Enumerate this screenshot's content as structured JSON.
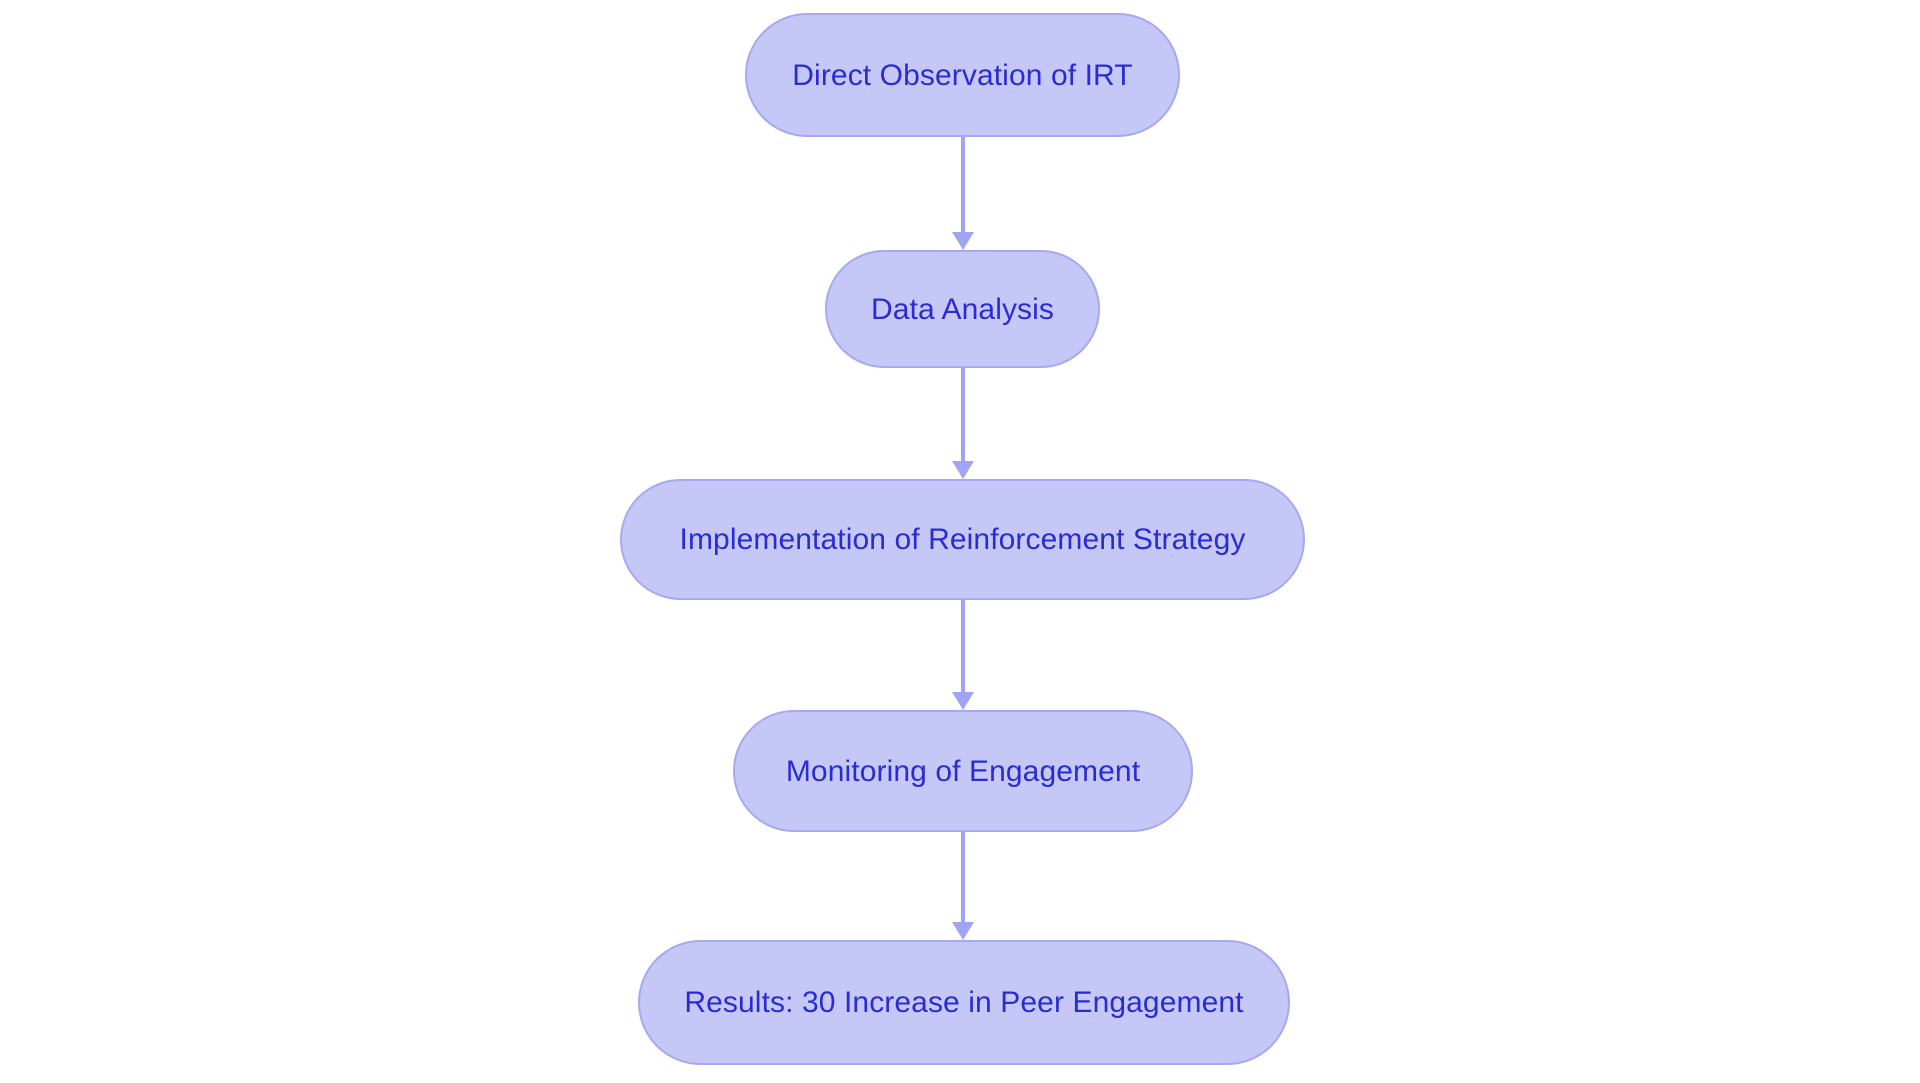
{
  "diagram": {
    "type": "flowchart",
    "orientation": "top-to-bottom",
    "background_color": "#FFFFFF",
    "node_fill_color": "#C5C8F7",
    "node_border_color": "#A5A9F0",
    "node_text_color": "#2B2BD4",
    "connector_color": "#9FA5F4",
    "nodes": [
      {
        "id": "n1",
        "label": "Direct Observation of IRT"
      },
      {
        "id": "n2",
        "label": "Data Analysis"
      },
      {
        "id": "n3",
        "label": "Implementation of Reinforcement Strategy"
      },
      {
        "id": "n4",
        "label": "Monitoring of Engagement"
      },
      {
        "id": "n5",
        "label": "Results: 30 Increase in Peer Engagement"
      }
    ],
    "edges": [
      {
        "id": "e1",
        "from": "n1",
        "to": "n2",
        "label": ""
      },
      {
        "id": "e2",
        "from": "n2",
        "to": "n3",
        "label": ""
      },
      {
        "id": "e3",
        "from": "n3",
        "to": "n4",
        "label": ""
      },
      {
        "id": "e4",
        "from": "n4",
        "to": "n5",
        "label": ""
      }
    ]
  }
}
